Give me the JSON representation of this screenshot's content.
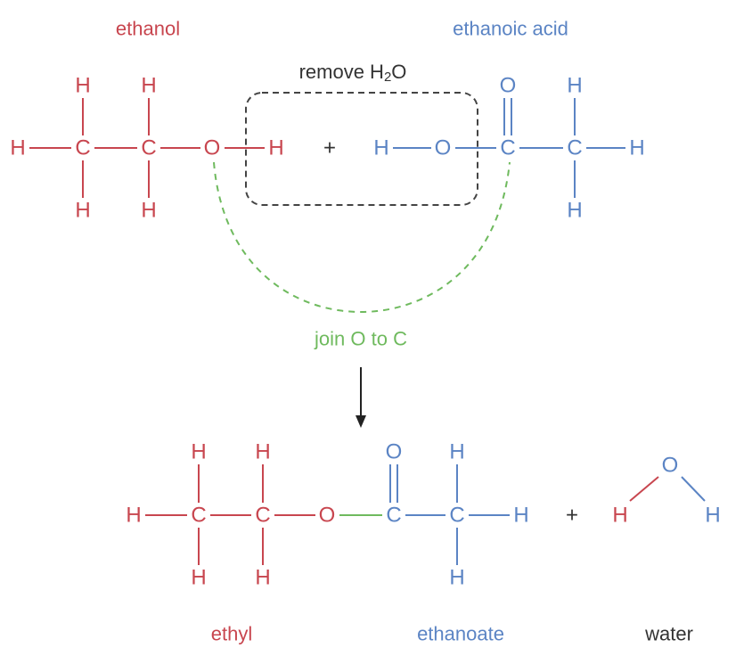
{
  "colors": {
    "ethanol": "#c8464f",
    "acid": "#5b84c4",
    "join": "#6fba5e",
    "neutral": "#333333"
  },
  "labels": {
    "ethanol": "ethanol",
    "ethanoic_acid": "ethanoic acid",
    "remove": "remove H",
    "remove_sub": "2",
    "remove_end": "O",
    "join": "join O to C",
    "ethyl": "ethyl",
    "ethanoate": "ethanoate",
    "water": "water"
  },
  "symbols": {
    "H": "H",
    "C": "C",
    "O": "O",
    "plus": "+"
  }
}
